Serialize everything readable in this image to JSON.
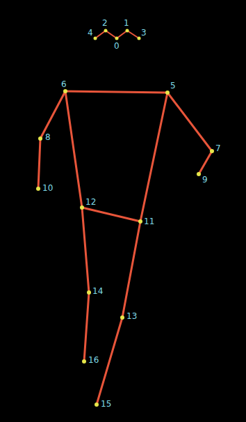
{
  "diagram": {
    "labels": [
      "4",
      "2",
      "1",
      "3",
      "0",
      "6",
      "5",
      "8",
      "7",
      "9",
      "10",
      "12",
      "11",
      "14",
      "13",
      "16",
      "15"
    ]
  }
}
